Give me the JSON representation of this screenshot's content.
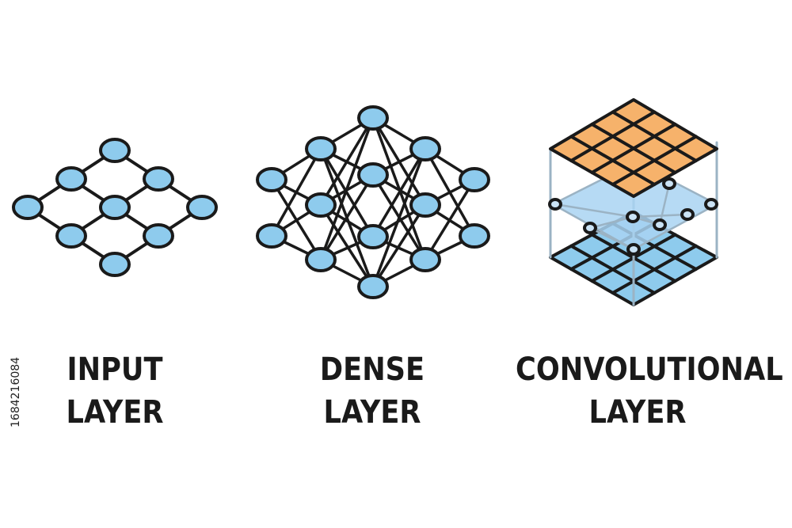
{
  "colors": {
    "node_fill": "#8ecbed",
    "stroke": "#1a1a1a",
    "grid_top": "#f6b26b",
    "grid_mid": "#a9d4f2",
    "grid_bottom": "#8ecbed",
    "pillar": "#9bb3c4"
  },
  "captions": {
    "input": [
      "INPUT",
      "LAYER"
    ],
    "dense": [
      "DENSE",
      "LAYER"
    ],
    "conv": [
      "CONVOLUTIONAL",
      "LAYER"
    ]
  },
  "stock_id": "1684216084"
}
